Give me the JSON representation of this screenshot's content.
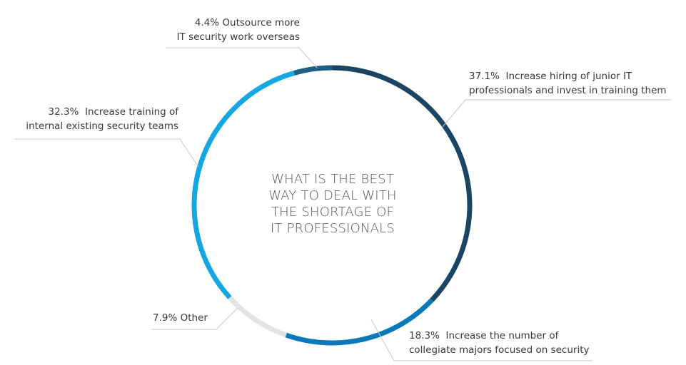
{
  "chart_data": {
    "type": "pie",
    "style": "donut-ring",
    "center_title_lines": [
      "WHAT IS THE BEST",
      "WAY TO DEAL WITH",
      "THE SHORTAGE OF",
      "IT PROFESSIONALS"
    ],
    "slices": [
      {
        "pct_label": "37.1%",
        "label_lines": [
          "Increase hiring of junior IT",
          "professionals and invest in training them"
        ],
        "value": 37.1,
        "color": "#1c4564"
      },
      {
        "pct_label": "18.3%",
        "label_lines": [
          "Increase the number of",
          "collegiate majors focused on security"
        ],
        "value": 18.3,
        "color": "#0b78b9"
      },
      {
        "pct_label": "7.9%",
        "label_lines": [
          "Other"
        ],
        "value": 7.9,
        "color": "#e3e3e3"
      },
      {
        "pct_label": "32.3%",
        "label_lines": [
          "Increase training of",
          "internal existing security teams"
        ],
        "value": 32.3,
        "color": "#15a7e2"
      },
      {
        "pct_label": "4.4%",
        "label_lines": [
          "Outsource more",
          "IT security work overseas"
        ],
        "value": 4.4,
        "color": "#1f5f88"
      }
    ],
    "leader_line_color": "#c8c8c8",
    "text_color": "#3a3a3a"
  }
}
